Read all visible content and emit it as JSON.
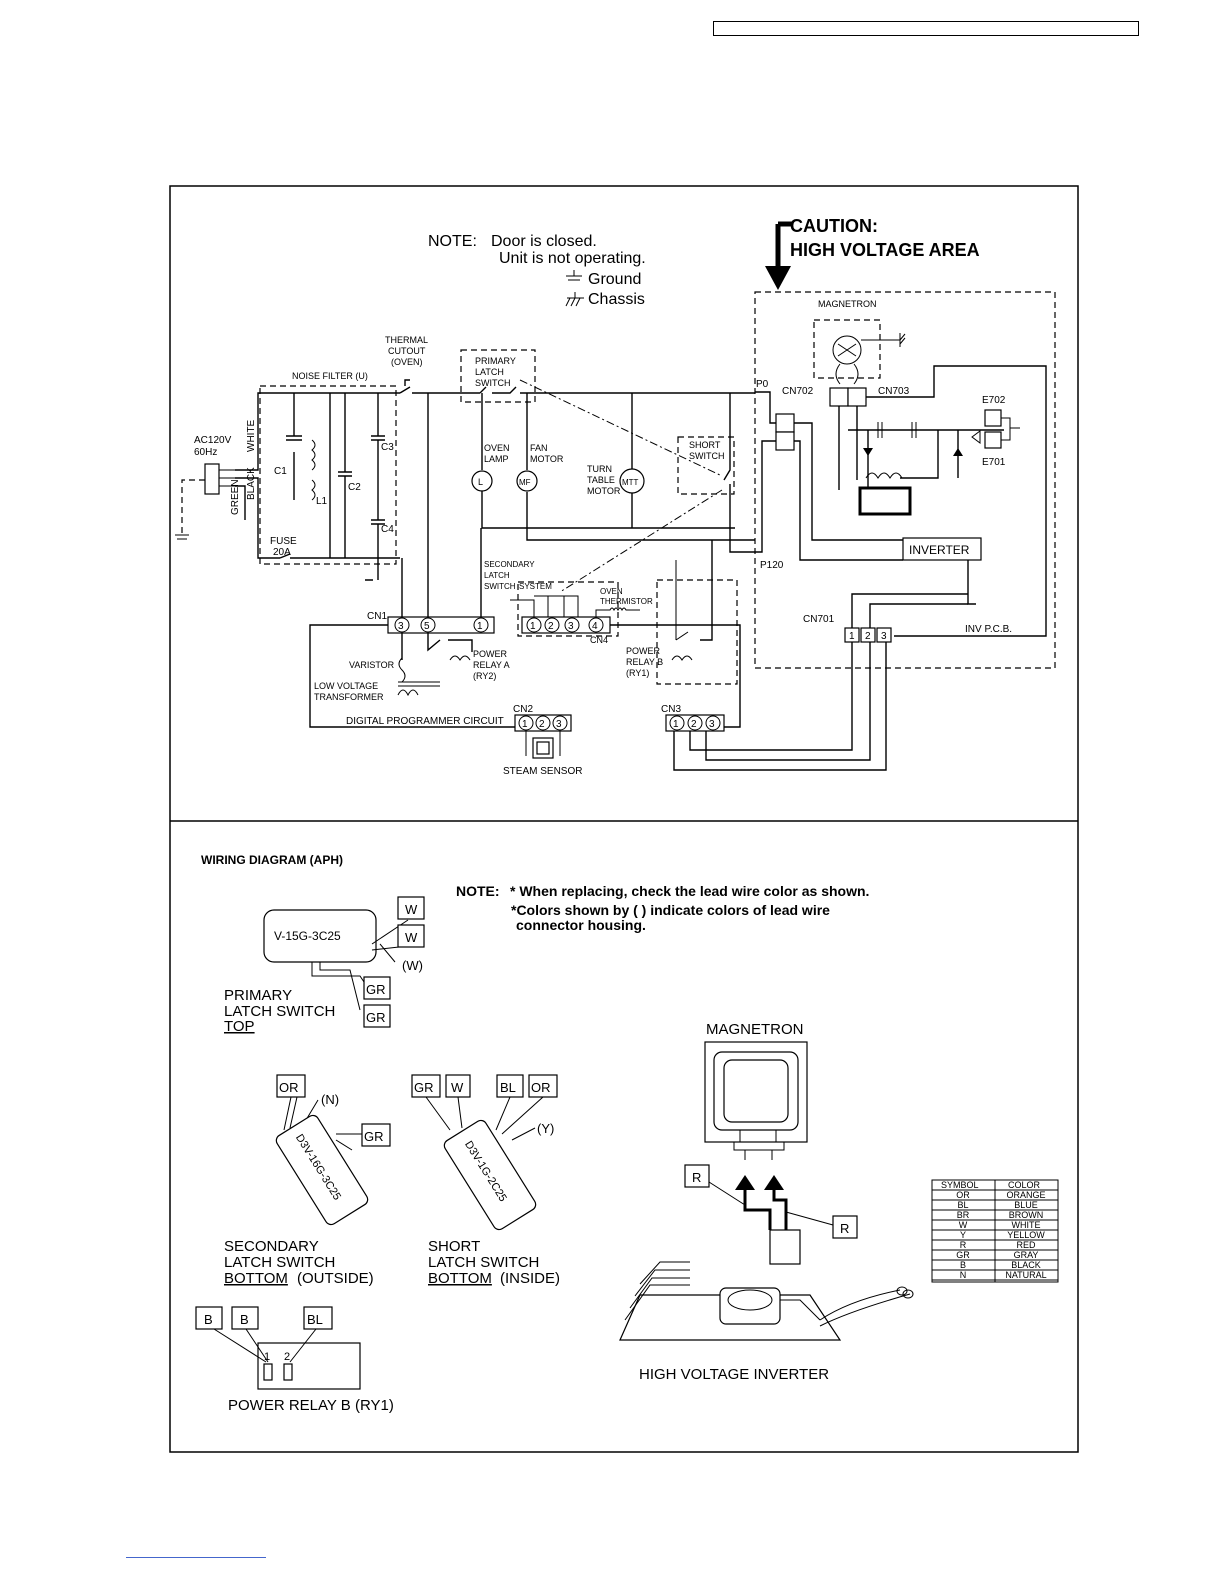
{
  "schematic": {
    "note_label": "NOTE:",
    "note_line1": "Door is closed.",
    "note_line2": "Unit is not operating.",
    "legend_ground": "Ground",
    "legend_chassis": "Chassis",
    "caution_line1": "CAUTION:",
    "caution_line2": "HIGH VOLTAGE AREA",
    "magnetron": "MAGNETRON",
    "thermal_cutout": [
      "THERMAL",
      "CUTOUT",
      "(OVEN)"
    ],
    "noise_filter": "NOISE FILTER (U)",
    "primary_latch": [
      "PRIMARY",
      "LATCH",
      "SWITCH"
    ],
    "short_switch": [
      "SHORT",
      "SWITCH"
    ],
    "oven_lamp": [
      "OVEN",
      "LAMP"
    ],
    "fan_motor": [
      "FAN",
      "MOTOR"
    ],
    "turntable_motor": [
      "TURN",
      "TABLE",
      "MOTOR"
    ],
    "ac_source": [
      "AC120V",
      "60Hz"
    ],
    "wire_white": "WHITE",
    "wire_black": "BLACK",
    "wire_green": "GREEN",
    "fuse": [
      "FUSE",
      "20A"
    ],
    "secondary_latch": [
      "SECONDARY",
      "LATCH",
      "SWITCH"
    ],
    "system": "SYSTEM",
    "oven_thermistor": [
      "OVEN",
      "THERMISTOR"
    ],
    "power_relay_a": [
      "POWER",
      "RELAY A",
      "(RY2)"
    ],
    "power_relay_b": [
      "POWER",
      "RELAY B",
      "(RY1)"
    ],
    "varistor": "VARISTOR",
    "low_voltage_transformer": [
      "LOW VOLTAGE",
      "TRANSFORMER"
    ],
    "digital_programmer": "DIGITAL PROGRAMMER CIRCUIT",
    "steam_sensor": "STEAM SENSOR",
    "inverter": "INVERTER",
    "inv_pcb": "INV P.C.B.",
    "labels": {
      "C1": "C1",
      "C2": "C2",
      "C3": "C3",
      "C4": "C4",
      "L1": "L1",
      "CN1": "CN1",
      "CN2": "CN2",
      "CN3": "CN3",
      "CN4": "CN4",
      "CN701": "CN701",
      "CN702": "CN702",
      "CN703": "CN703",
      "E701": "E701",
      "E702": "E702",
      "P0": "P0",
      "P120": "P120",
      "L": "L",
      "MF": "MF",
      "MTT": "MTT"
    },
    "cn1_pins": [
      "3",
      "5",
      "1"
    ],
    "cn4_pins": [
      "1",
      "2",
      "3",
      "4"
    ],
    "cn2_pins": [
      "1",
      "2",
      "3"
    ],
    "cn3_pins": [
      "1",
      "2",
      "3"
    ],
    "cn701_pins": [
      "1",
      "2",
      "3"
    ]
  },
  "wiring": {
    "title": "WIRING DIAGRAM (APH)",
    "note_label": "NOTE:",
    "note_line1": "* When replacing, check the lead wire color as shown.",
    "note_line2": "*Colors shown by ( ) indicate colors of lead wire",
    "note_line3": "connector housing.",
    "primary_part": "V-15G-3C25",
    "primary_title": [
      "PRIMARY",
      "LATCH SWITCH",
      "TOP"
    ],
    "secondary_part": "D3V-16G-3C25",
    "secondary_title": [
      "SECONDARY",
      "LATCH SWITCH",
      "BOTTOM",
      "(OUTSIDE)"
    ],
    "short_part": "D3V-1G-2C25",
    "short_title": [
      "SHORT",
      "LATCH SWITCH",
      "BOTTOM",
      "(INSIDE)"
    ],
    "magnetron": "MAGNETRON",
    "inverter": "HIGH VOLTAGE INVERTER",
    "relay_title": "POWER RELAY B (RY1)",
    "relay_pins": [
      "1",
      "2"
    ],
    "tags": {
      "W": "W",
      "GR": "GR",
      "OR": "OR",
      "BL": "BL",
      "B": "B",
      "R": "R",
      "pW": "(W)",
      "pN": "(N)",
      "pY": "(Y)"
    },
    "color_table": {
      "headers": [
        "SYMBOL",
        "COLOR"
      ],
      "rows": [
        [
          "OR",
          "ORANGE"
        ],
        [
          "BL",
          "BLUE"
        ],
        [
          "BR",
          "BROWN"
        ],
        [
          "W",
          "WHITE"
        ],
        [
          "Y",
          "YELLOW"
        ],
        [
          "R",
          "RED"
        ],
        [
          "GR",
          "GRAY"
        ],
        [
          "B",
          "BLACK"
        ],
        [
          "N",
          "NATURAL"
        ]
      ]
    }
  }
}
